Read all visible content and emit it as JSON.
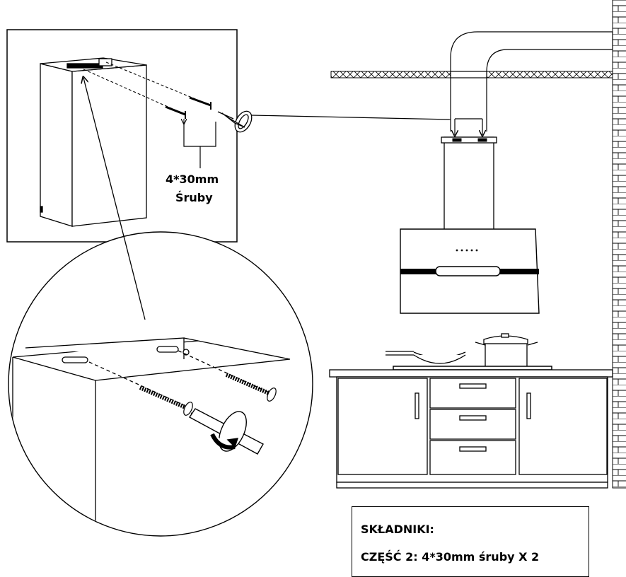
{
  "labels": {
    "screw_spec": "4*30mm",
    "screw_word": "Śruby"
  },
  "parts": {
    "title": "SKŁADNIKI:",
    "line1": "CZĘŚĆ 2: 4*30mm śruby X 2"
  },
  "colors": {
    "ink": "#000000",
    "paper": "#ffffff",
    "hatch": "#000000"
  }
}
